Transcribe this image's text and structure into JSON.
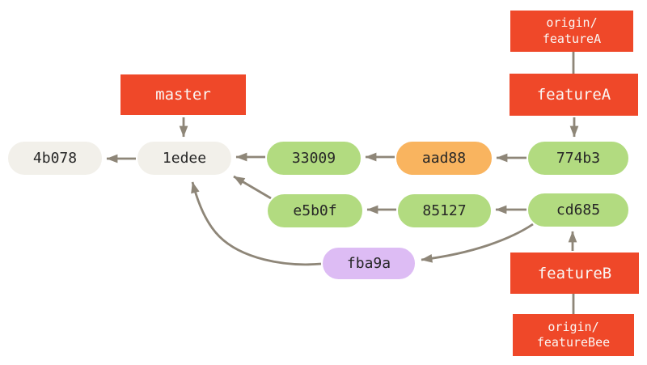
{
  "diagram": {
    "type": "git-commit-graph",
    "background": "#ffffff",
    "colors": {
      "ref_box": "#ef4829",
      "ref_text": "#faf7f5",
      "commit_green": "#b2db80",
      "commit_orange": "#f9b45f",
      "commit_purple": "#ddbcf4",
      "commit_gray": "#f2f0ea",
      "commit_text": "#262626",
      "edge": "#8e8678"
    },
    "commits": [
      {
        "id": "4b078",
        "label": "4b078",
        "color_class": "gray"
      },
      {
        "id": "1edee",
        "label": "1edee",
        "color_class": "gray"
      },
      {
        "id": "33009",
        "label": "33009",
        "color_class": "green"
      },
      {
        "id": "aad88",
        "label": "aad88",
        "color_class": "orange"
      },
      {
        "id": "774b3",
        "label": "774b3",
        "color_class": "green"
      },
      {
        "id": "e5b0f",
        "label": "e5b0f",
        "color_class": "green"
      },
      {
        "id": "85127",
        "label": "85127",
        "color_class": "green"
      },
      {
        "id": "cd685",
        "label": "cd685",
        "color_class": "green"
      },
      {
        "id": "fba9a",
        "label": "fba9a",
        "color_class": "purple"
      }
    ],
    "refs": [
      {
        "id": "master",
        "lines": [
          "master"
        ],
        "points_to": "1edee"
      },
      {
        "id": "origin-featureA",
        "lines": [
          "origin/",
          "featureA"
        ],
        "points_to": "774b3"
      },
      {
        "id": "featureA",
        "lines": [
          "featureA"
        ],
        "points_to": "774b3"
      },
      {
        "id": "featureB",
        "lines": [
          "featureB"
        ],
        "points_to": "cd685"
      },
      {
        "id": "origin-featureBee",
        "lines": [
          "origin/",
          "featureBee"
        ],
        "points_to": "cd685"
      }
    ],
    "edges": [
      {
        "from": "1edee",
        "to": "4b078",
        "style": "arrow"
      },
      {
        "from": "33009",
        "to": "1edee",
        "style": "arrow"
      },
      {
        "from": "aad88",
        "to": "33009",
        "style": "arrow"
      },
      {
        "from": "774b3",
        "to": "aad88",
        "style": "arrow"
      },
      {
        "from": "85127",
        "to": "e5b0f",
        "style": "arrow"
      },
      {
        "from": "cd685",
        "to": "85127",
        "style": "arrow"
      },
      {
        "from": "e5b0f",
        "to": "1edee",
        "style": "arrow"
      },
      {
        "from": "fba9a",
        "to": "1edee",
        "style": "curved-arrow"
      },
      {
        "from": "cd685",
        "to": "fba9a",
        "style": "curved-arrow"
      },
      {
        "from": "master",
        "to": "1edee",
        "style": "ref-arrow"
      },
      {
        "from": "featureA",
        "to": "774b3",
        "style": "ref-arrow"
      },
      {
        "from": "featureB",
        "to": "cd685",
        "style": "ref-arrow"
      },
      {
        "from": "origin-featureA",
        "to": "featureA",
        "style": "plain-line"
      },
      {
        "from": "origin-featureBee",
        "to": "featureB",
        "style": "plain-line"
      }
    ]
  }
}
